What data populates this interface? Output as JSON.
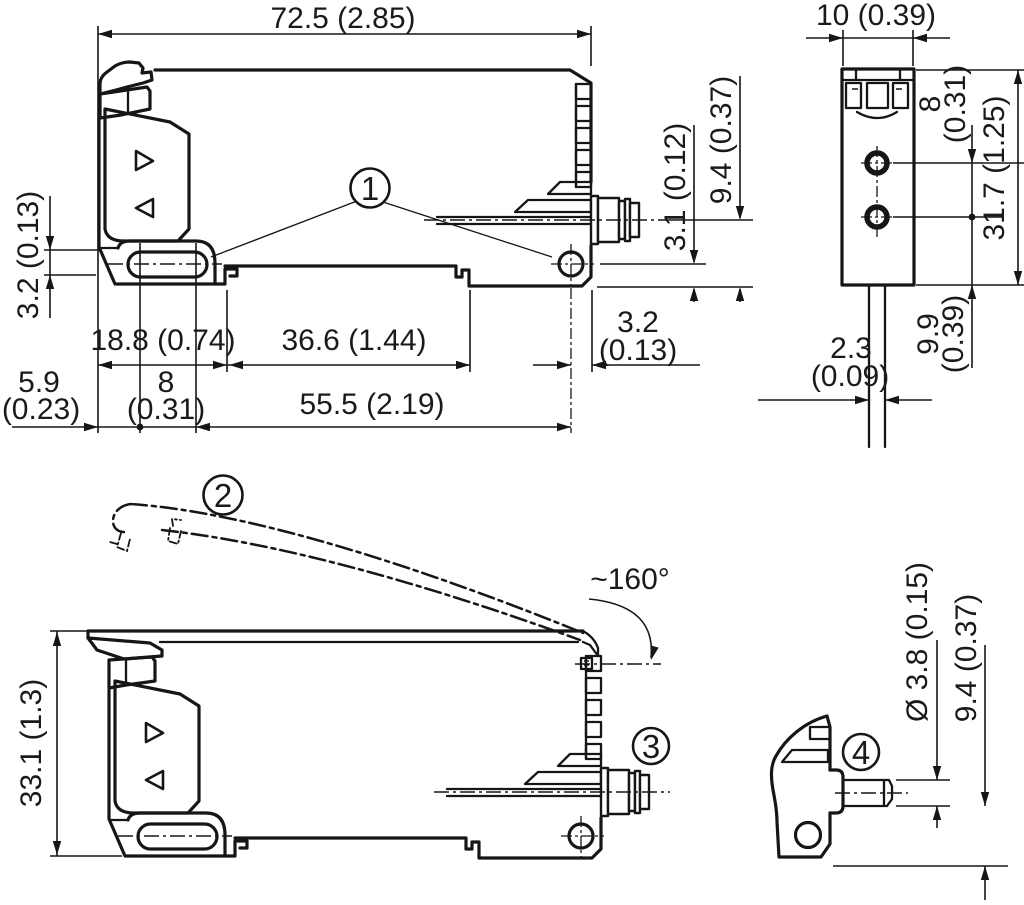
{
  "drawing": {
    "callouts": {
      "c1": "1",
      "c2": "2",
      "c3": "3",
      "c4": "4"
    },
    "top_view": {
      "width": "72.5 (2.85)",
      "slot_height": "3.2 (0.13)",
      "foot_left": "18.8 (0.74)",
      "foot_mid": "36.6 (1.44)",
      "offset_left": "5.9",
      "offset_left_in": "(0.23)",
      "slot_pitch": "8",
      "slot_pitch_in": "(0.31)",
      "base_span": "55.5 (2.19)",
      "hole_edge": "3.2",
      "hole_edge_in": "(0.13)",
      "hole_to_bottom": "3.1 (0.12)",
      "connector_axis": "9.4 (0.37)"
    },
    "side_view": {
      "width": "10 (0.39)",
      "hole_pitch": "8",
      "hole_pitch_in": "(0.31)",
      "height": "31.7 (1.25)",
      "hole_bottom": "9.9",
      "hole_bottom_in": "(0.39)",
      "fiber_width": "2.3",
      "fiber_width_in": "(0.09)"
    },
    "open_view": {
      "height": "33.1 (1.3)",
      "open_angle": "~160°"
    },
    "fiber_view": {
      "fiber_dia": "Ø 3.8 (0.15)",
      "fiber_axis": "9.4 (0.37)"
    }
  }
}
